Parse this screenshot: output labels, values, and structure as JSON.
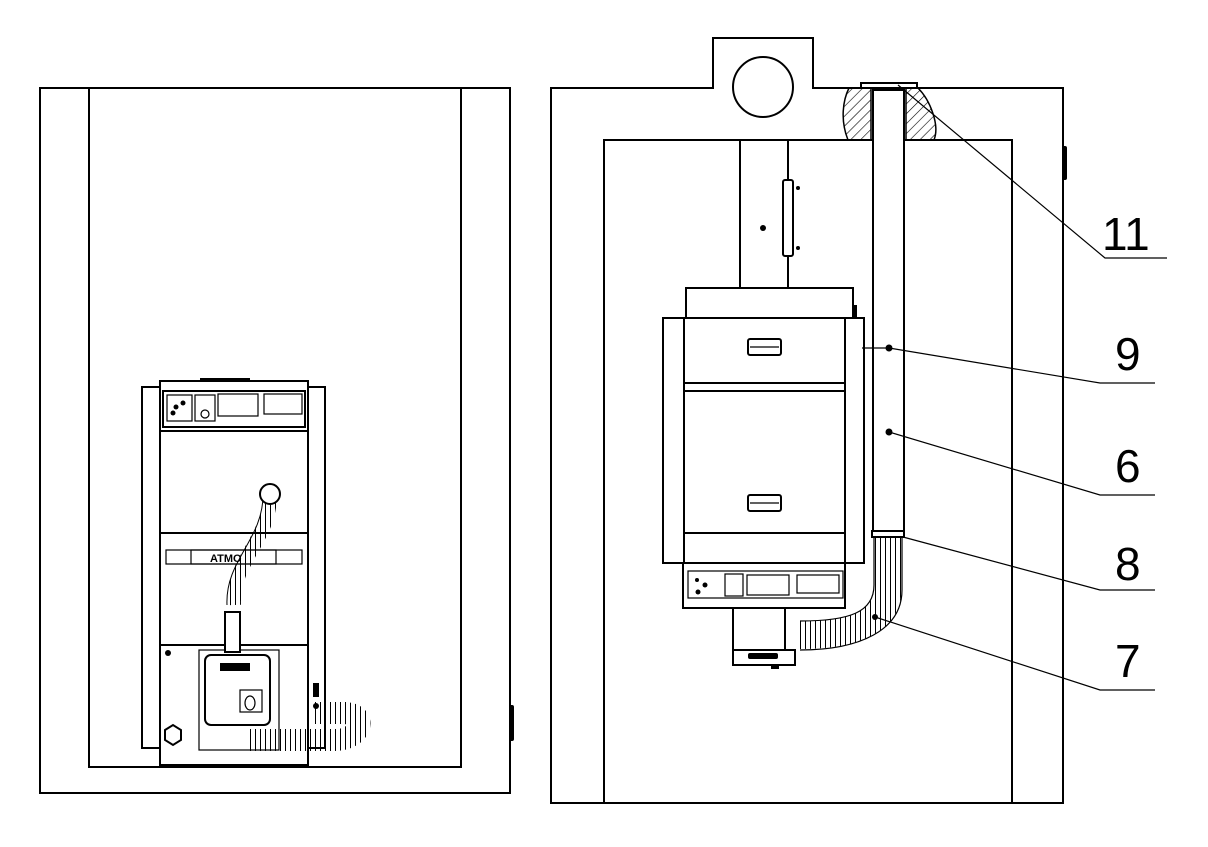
{
  "figure": {
    "left_view": {
      "boiler_logo": "ATMO"
    },
    "right_view": {
      "callouts": [
        {
          "id": "callout-11",
          "label": "11"
        },
        {
          "id": "callout-9",
          "label": "9"
        },
        {
          "id": "callout-6",
          "label": "6"
        },
        {
          "id": "callout-8",
          "label": "8"
        },
        {
          "id": "callout-7",
          "label": "7"
        }
      ]
    }
  }
}
